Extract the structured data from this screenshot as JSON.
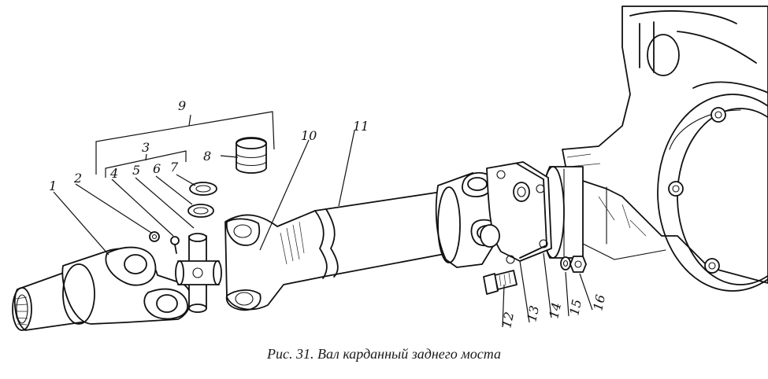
{
  "caption": "Рис. 31. Вал карданный заднего моста",
  "labels": {
    "l1": "1",
    "l2": "2",
    "l3": "3",
    "l4": "4",
    "l5": "5",
    "l6": "6",
    "l7": "7",
    "l8": "8",
    "l9": "9",
    "l10": "10",
    "l11": "11",
    "l12": "12",
    "l13": "13",
    "l14": "14",
    "l15": "15",
    "l16": "16"
  }
}
